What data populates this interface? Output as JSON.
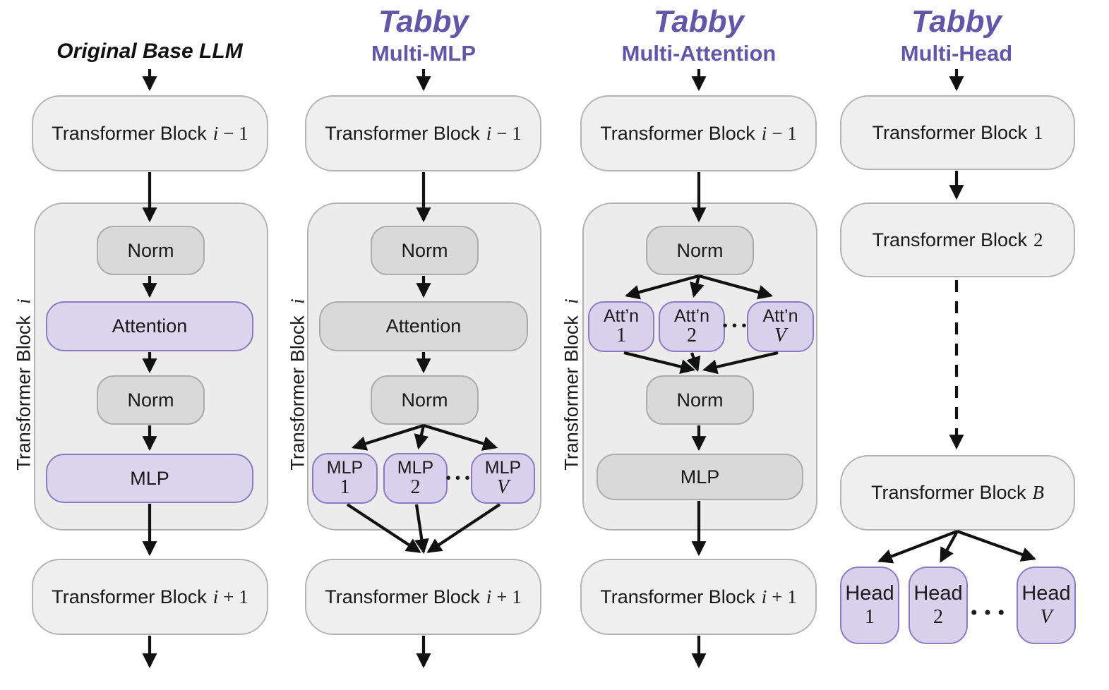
{
  "colors": {
    "accent_purple": "#6355a7",
    "purple_box_fill": "#dcd5ee",
    "purple_box_border": "#8b7bc3",
    "gray_box_fill": "#d9d9d9",
    "gray_box_border": "#acacac",
    "container_fill": "#ececec",
    "container_border": "#b4b4b4",
    "outer_block_fill": "#efefef",
    "arrow_color": "#111111"
  },
  "columns": [
    {
      "title": "Original Base LLM",
      "side_label": {
        "text": "Transformer Block",
        "var": "i"
      },
      "top_block": {
        "text": "Transformer Block",
        "var": "i",
        "op": "− 1"
      },
      "norm1": "Norm",
      "attention": "Attention",
      "norm2": "Norm",
      "mlp": "MLP",
      "bottom_block": {
        "text": "Transformer Block",
        "var": "i",
        "op": "+ 1"
      }
    },
    {
      "brand": "Tabby",
      "subtitle": "Multi-MLP",
      "side_label": {
        "text": "Transformer Block",
        "var": "i"
      },
      "top_block": {
        "text": "Transformer Block",
        "var": "i",
        "op": "− 1"
      },
      "norm1": "Norm",
      "attention": "Attention",
      "norm2": "Norm",
      "branches": [
        {
          "label": "MLP",
          "sub": "1"
        },
        {
          "label": "MLP",
          "sub": "2"
        },
        {
          "label": "MLP",
          "sub": "V"
        }
      ],
      "dots": "···",
      "bottom_block": {
        "text": "Transformer Block",
        "var": "i",
        "op": "+ 1"
      }
    },
    {
      "brand": "Tabby",
      "subtitle": "Multi-Attention",
      "side_label": {
        "text": "Transformer Block",
        "var": "i"
      },
      "top_block": {
        "text": "Transformer Block",
        "var": "i",
        "op": "− 1"
      },
      "norm1": "Norm",
      "branches": [
        {
          "label": "Att’n",
          "sub": "1"
        },
        {
          "label": "Att’n",
          "sub": "2"
        },
        {
          "label": "Att’n",
          "sub": "V"
        }
      ],
      "dots": "···",
      "norm2": "Norm",
      "mlp": "MLP",
      "bottom_block": {
        "text": "Transformer Block",
        "var": "i",
        "op": "+ 1"
      }
    },
    {
      "brand": "Tabby",
      "subtitle": "Multi-Head",
      "blocks": [
        {
          "text": "Transformer Block",
          "num": "1"
        },
        {
          "text": "Transformer Block",
          "num": "2"
        },
        {
          "text": "Transformer Block",
          "var": "B"
        }
      ],
      "branches": [
        {
          "label": "Head",
          "sub": "1"
        },
        {
          "label": "Head",
          "sub": "2"
        },
        {
          "label": "Head",
          "sub": "V"
        }
      ],
      "dots": "···"
    }
  ]
}
